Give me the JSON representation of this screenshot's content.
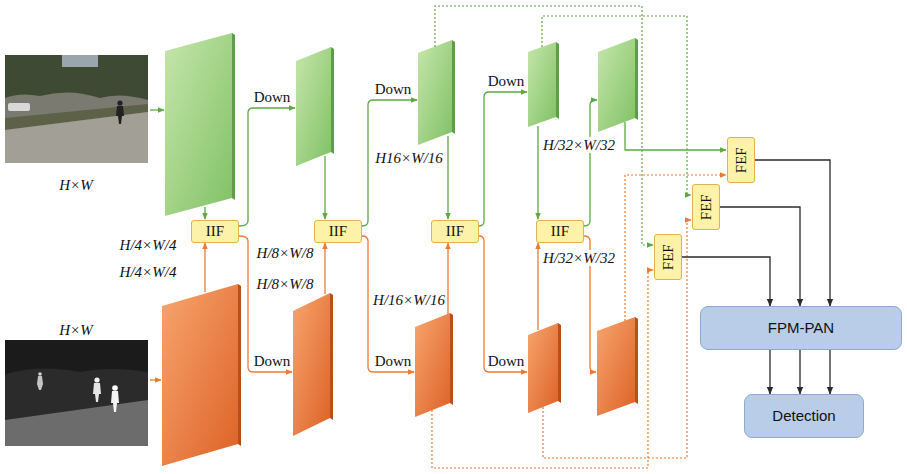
{
  "diagram": {
    "nodes": [
      {
        "text": [
          "IIF"
        ]
      },
      {
        "text": [
          "IIF"
        ]
      },
      {
        "text": [
          "IIF"
        ]
      },
      {
        "text": [
          "IIF"
        ]
      },
      {
        "text": [
          "FEF"
        ]
      },
      {
        "text": [
          "FEF"
        ]
      },
      {
        "text": [
          "FEF"
        ]
      },
      {
        "text": [
          "FPM-PAN"
        ]
      },
      {
        "text": [
          "Detection"
        ]
      }
    ],
    "edges": [
      {
        "from": 4,
        "to": 7,
        "arrow": "to"
      },
      {
        "from": 5,
        "to": 7,
        "arrow": "to"
      },
      {
        "from": 6,
        "to": 7,
        "arrow": "to"
      },
      {
        "from": 7,
        "to": 8,
        "arrow": "to"
      },
      {
        "from": 7,
        "to": 8,
        "arrow": "to"
      },
      {
        "from": 7,
        "to": 8,
        "arrow": "to"
      }
    ],
    "labels": [
      "H×W",
      "H/4×W/4",
      "Down",
      "H/8×W/8",
      "Down",
      "H16×W/16",
      "Down",
      "H/32×W/32",
      "H/4×W/4",
      "H/8×W/8",
      "Down",
      "Down",
      "H/16×W/16",
      "Down",
      "H/32×W/32",
      "H×W"
    ]
  }
}
